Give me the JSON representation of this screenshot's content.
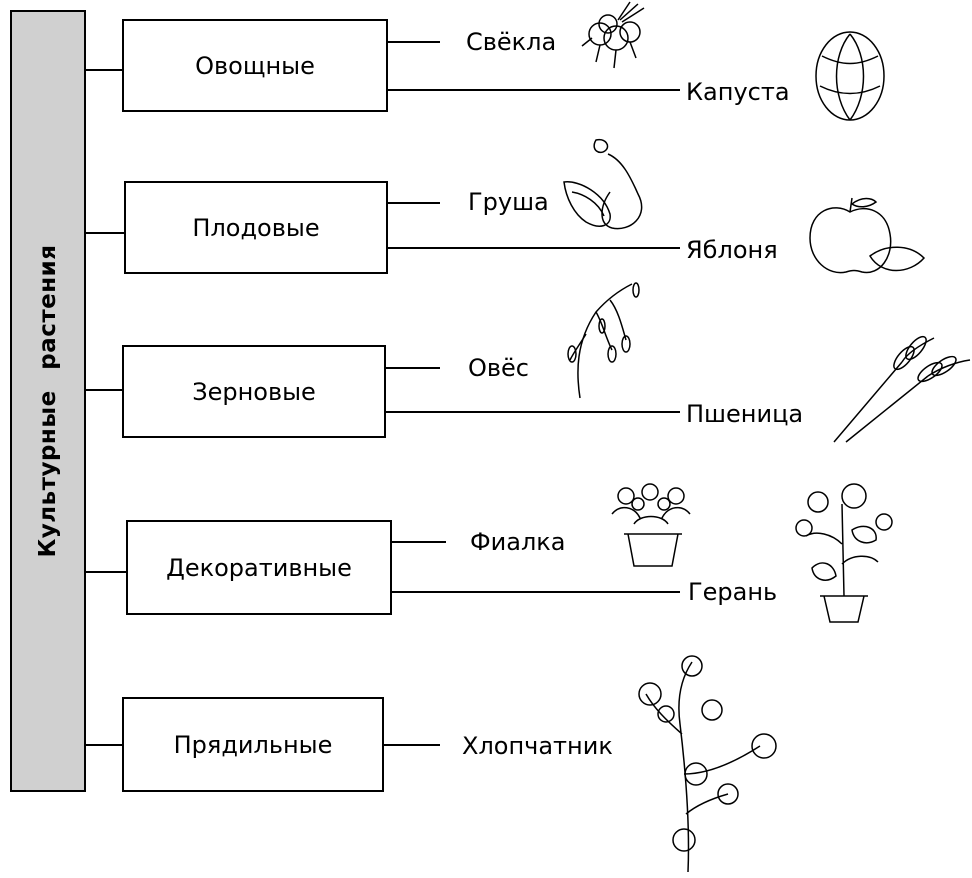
{
  "root": {
    "label": "Культурные растения"
  },
  "categories": [
    {
      "label": "Овощные",
      "items": [
        "Свёкла",
        "Капуста"
      ]
    },
    {
      "label": "Плодовые",
      "items": [
        "Груша",
        "Яблоня"
      ]
    },
    {
      "label": "Зерновые",
      "items": [
        "Овёс",
        "Пшеница"
      ]
    },
    {
      "label": "Декоративные",
      "items": [
        "Фиалка",
        "Герань"
      ]
    },
    {
      "label": "Прядильные",
      "items": [
        "Хлопчатник"
      ]
    }
  ],
  "illustrations": [
    "beet-icon",
    "cabbage-icon",
    "pear-icon",
    "apple-icon",
    "oat-icon",
    "wheat-icon",
    "violet-icon",
    "geranium-icon",
    "cotton-icon"
  ]
}
